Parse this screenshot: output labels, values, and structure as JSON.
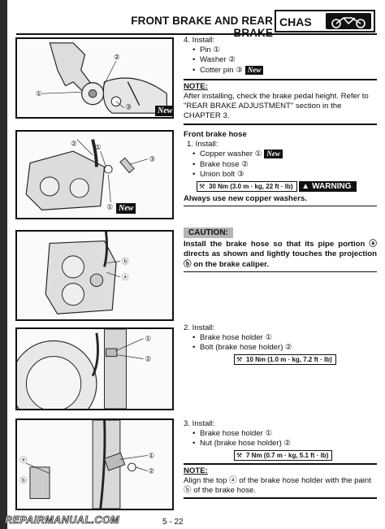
{
  "header": {
    "title": "FRONT BRAKE AND REAR BRAKE",
    "section_code": "CHAS"
  },
  "badges": {
    "new": "New"
  },
  "figures": [
    {
      "callouts": [
        "①",
        "②",
        "③"
      ]
    },
    {
      "callouts": [
        "①",
        "②",
        "③"
      ]
    },
    {
      "callouts": [
        "ⓑ",
        "ⓐ"
      ]
    },
    {
      "callouts": [
        "①",
        "②"
      ]
    },
    {
      "callouts": [
        "①",
        "②",
        "ⓐ",
        "ⓑ"
      ]
    }
  ],
  "step4": {
    "title": "4. Install:",
    "items": [
      "Pin ①",
      "Washer ②",
      "Cotter pin ③"
    ]
  },
  "note1": {
    "label": "NOTE:",
    "text": "After installing, check the brake pedal height. Refer to \"REAR BRAKE ADJUSTMENT\" section in the CHAPTER 3."
  },
  "hose_section": {
    "title": "Front brake hose",
    "step1_title": "1. Install:",
    "items": [
      "Copper washer ①",
      "Brake hose ②",
      "Union bolt ③"
    ],
    "torque": "30 Nm (3.0 m · kg, 22 ft · lb)"
  },
  "warning": {
    "label": "WARNING",
    "text": "Always use new copper washers."
  },
  "caution": {
    "label": "CAUTION:",
    "text": "Install the brake hose so that its pipe portion ⓐ directs as shown and lightly touches the projection ⓑ on the brake caliper."
  },
  "step2": {
    "title": "2. Install:",
    "items": [
      "Brake hose holder ①",
      "Bolt (brake hose holder) ②"
    ],
    "torque": "10 Nm (1.0 m · kg, 7.2 ft · lb)"
  },
  "step3": {
    "title": "3. Install:",
    "items": [
      "Brake hose holder ①",
      "Nut (brake hose holder) ②"
    ],
    "torque": "7 Nm (0.7 m · kg, 5.1 ft · lb)"
  },
  "note2": {
    "label": "NOTE:",
    "text": "Align the top ⓐ of the brake hose holder with the paint ⓑ of the brake hose."
  },
  "footer": {
    "logo": "REPAIRMANUAL.COM",
    "page": "5 - 22"
  }
}
